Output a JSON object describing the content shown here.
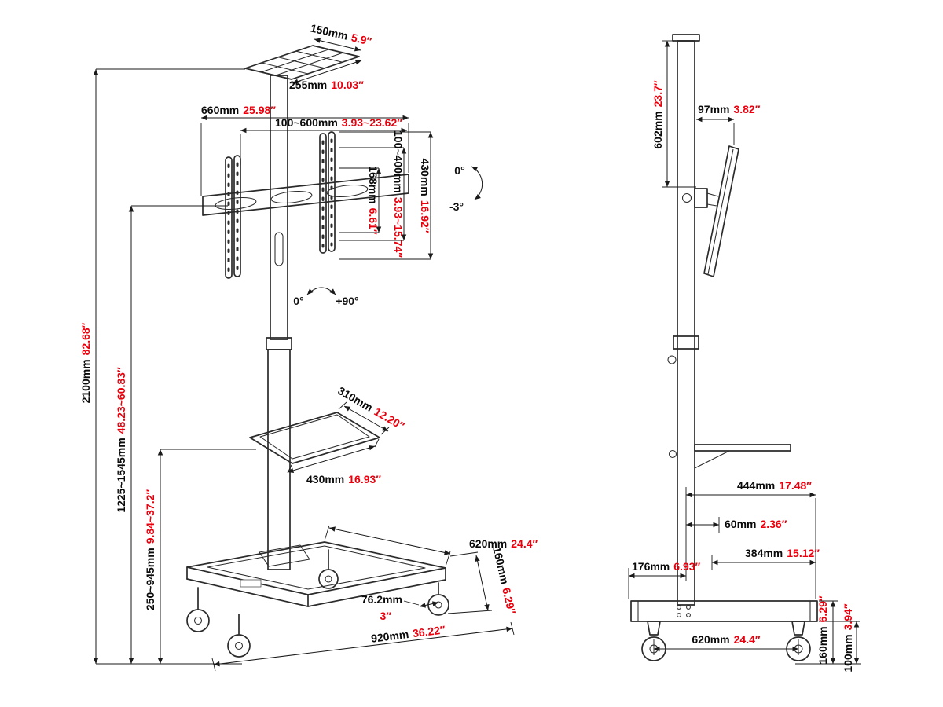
{
  "colors": {
    "line": "#2b2b2b",
    "mm_text": "#0a0a0a",
    "inch_text": "#e8000d"
  },
  "front_view": {
    "top_plate_depth": {
      "mm": "150mm",
      "in": "5.9″"
    },
    "top_plate_width": {
      "mm": "255mm",
      "in": "10.03″"
    },
    "bracket_width": {
      "mm": "660mm",
      "in": "25.98″"
    },
    "vesa_width_range": {
      "mm": "100~600mm",
      "in": "3.93~23.62″"
    },
    "plate_height": {
      "mm": "168mm",
      "in": "6.61″"
    },
    "vesa_height_range": {
      "mm": "100~400mm",
      "in": "3.93~15.74″"
    },
    "bracket_height": {
      "mm": "430mm",
      "in": "16.92″"
    },
    "tilt": {
      "from": "0°",
      "to": "-3°"
    },
    "swivel": {
      "from": "0°",
      "to": "+90°"
    },
    "total_height": {
      "mm": "2100mm",
      "in": "82.68″"
    },
    "screen_height_range": {
      "mm": "1225~1545mm",
      "in": "48.23~60.83″"
    },
    "shelf_depth": {
      "mm": "310mm",
      "in": "12.20″"
    },
    "shelf_width": {
      "mm": "430mm",
      "in": "16.93″"
    },
    "shelf_height_range": {
      "mm": "250~945mm",
      "in": "9.84~37.2″"
    },
    "base_depth": {
      "mm": "620mm",
      "in": "24.4″"
    },
    "base_height": {
      "mm": "160mm",
      "in": "6.29″"
    },
    "caster_diameter": {
      "mm": "76.2mm",
      "in": "3″"
    },
    "base_width": {
      "mm": "920mm",
      "in": "36.22″"
    }
  },
  "side_view": {
    "upper_column_height": {
      "mm": "602mm",
      "in": "23.7″"
    },
    "mount_depth": {
      "mm": "97mm",
      "in": "3.82″"
    },
    "base_front_reach": {
      "mm": "444mm",
      "in": "17.48″"
    },
    "column_offset": {
      "mm": "60mm",
      "in": "2.36″"
    },
    "base_rear_reach": {
      "mm": "384mm",
      "in": "15.12″"
    },
    "front_overhang": {
      "mm": "176mm",
      "in": "6.93″"
    },
    "base_top_height": {
      "mm": "160mm",
      "in": "6.29″"
    },
    "caster_height": {
      "mm": "100mm",
      "in": "3.94″"
    },
    "base_length": {
      "mm": "620mm",
      "in": "24.4″"
    }
  }
}
